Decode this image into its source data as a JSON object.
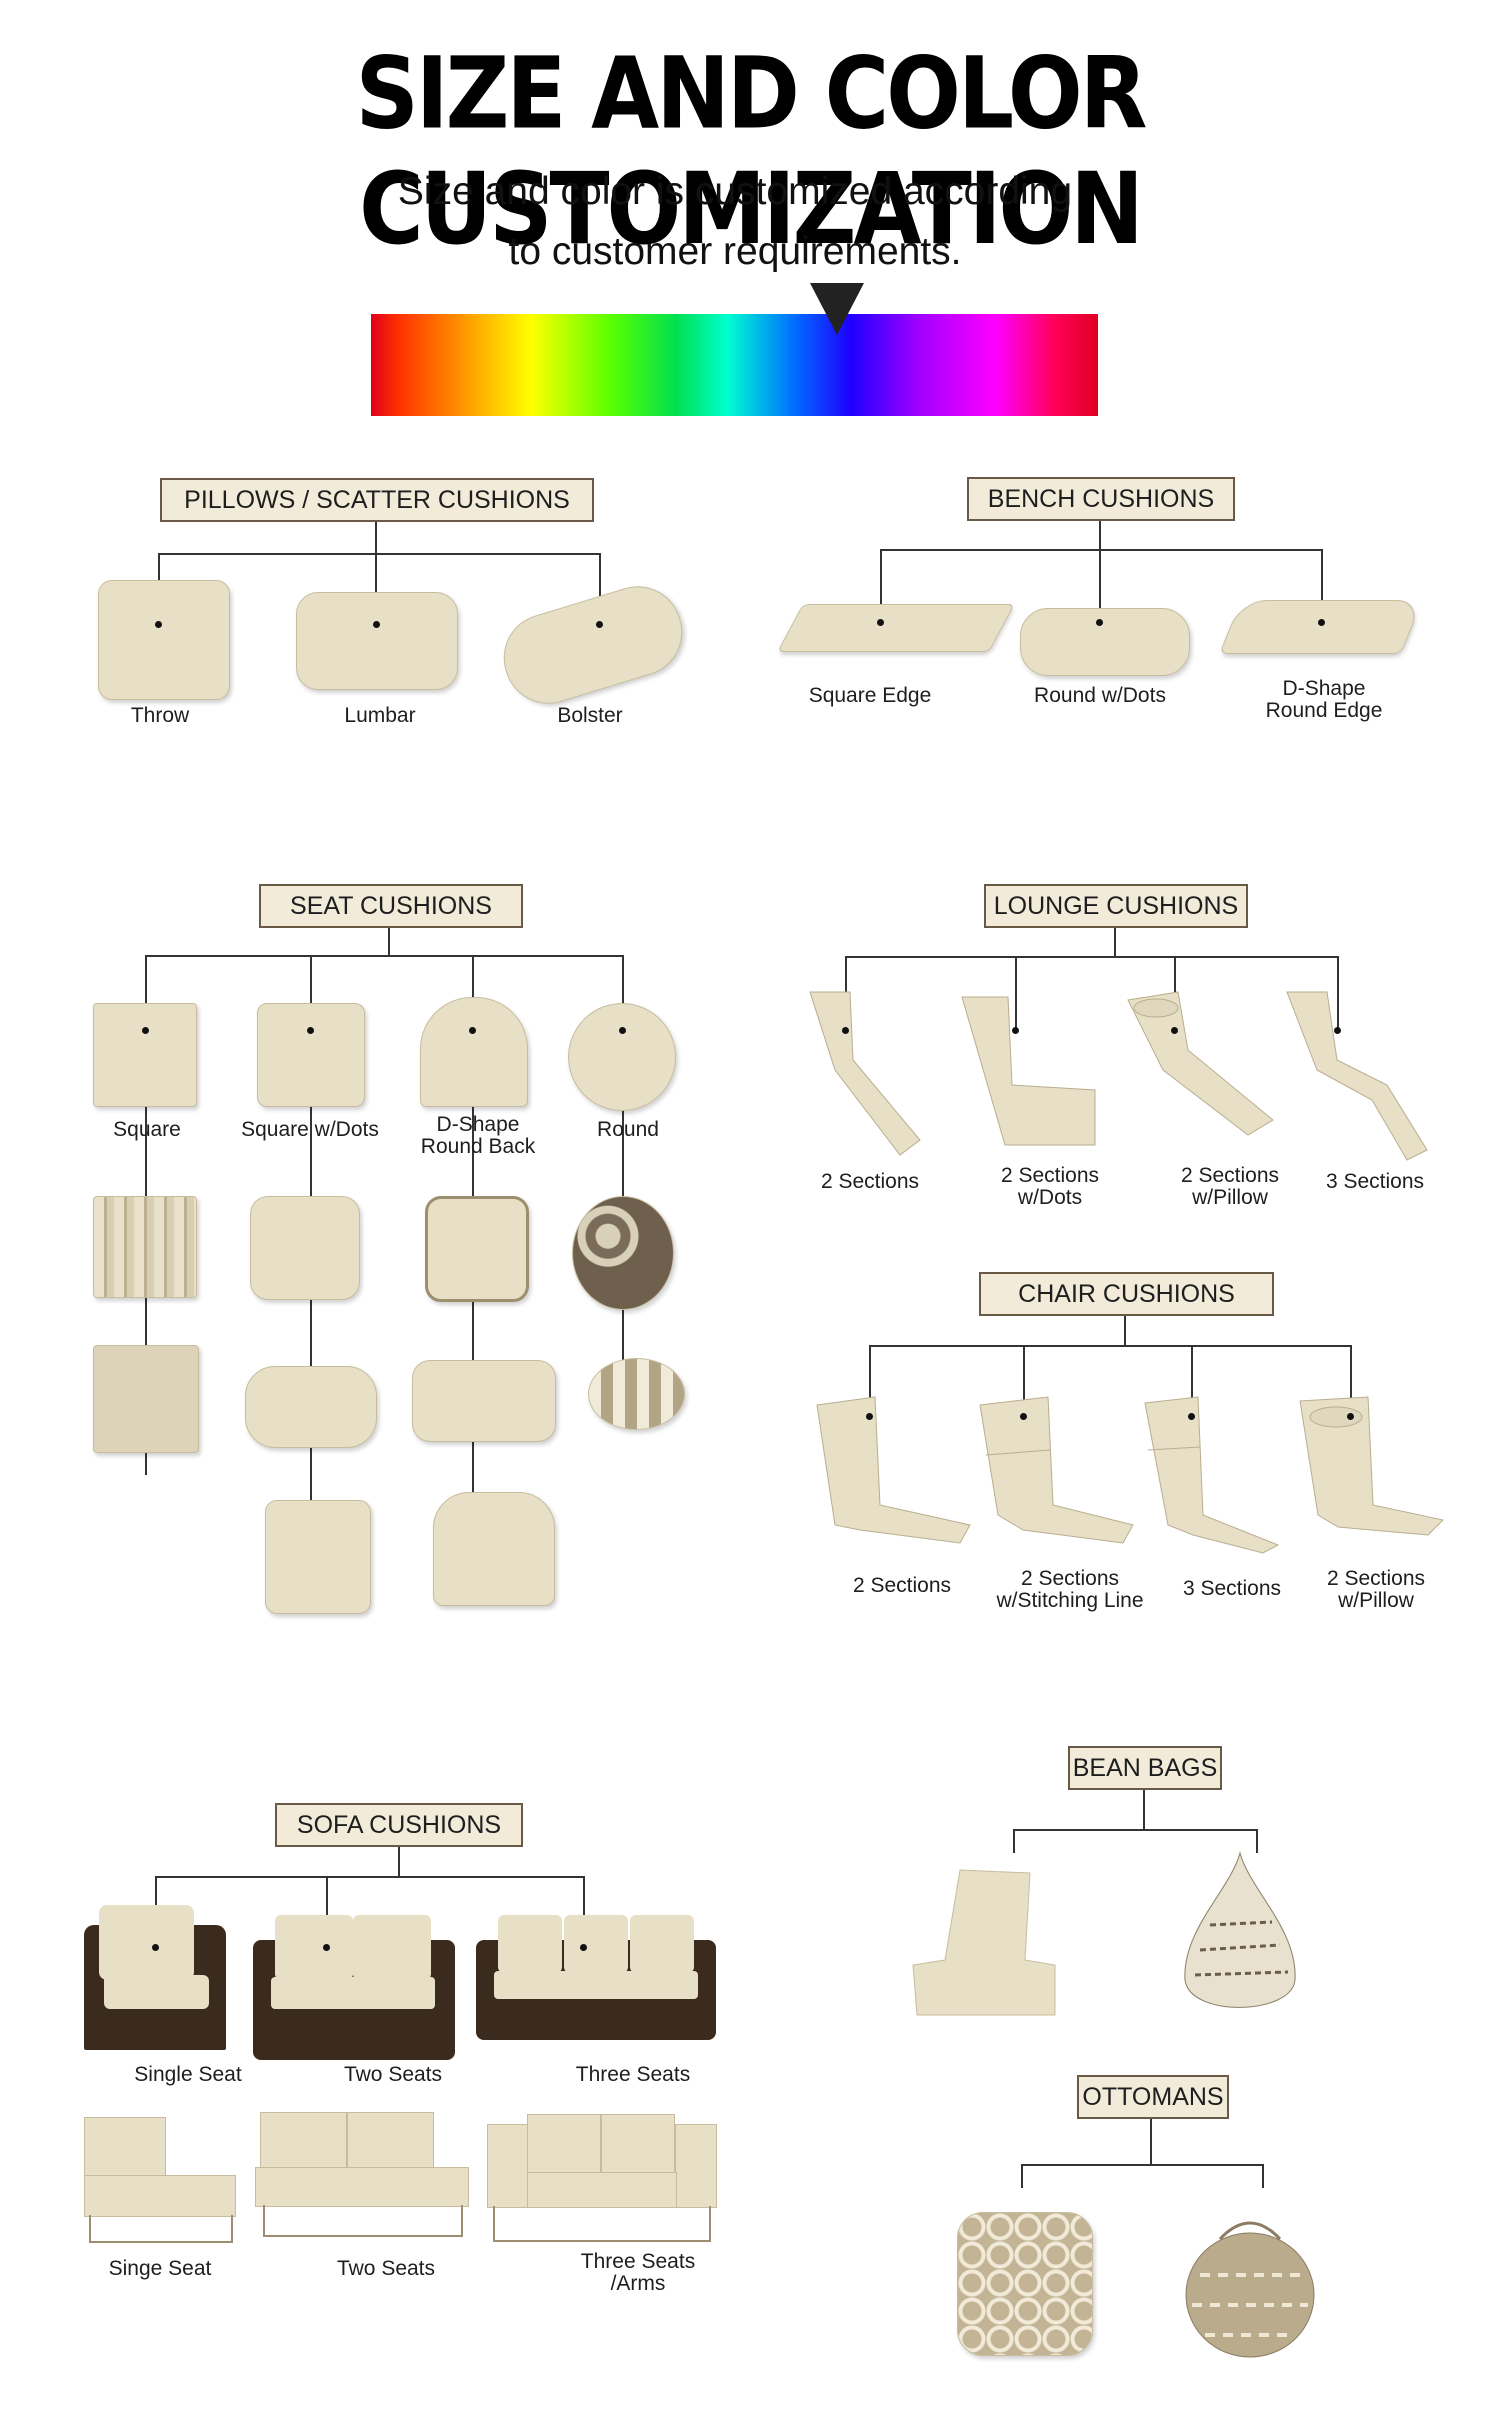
{
  "header": {
    "title": "SIZE AND COLOR CUSTOMIZATION",
    "subtitle_line1": "Size and color is customized according",
    "subtitle_line2": "to customer requirements."
  },
  "colors": {
    "label_bg": "#f3ebd9",
    "label_border": "#6a5a45",
    "cushion": "#e7dfc6",
    "frame_dark": "#3b2a1e"
  },
  "pillows": {
    "title": "PILLOWS / SCATTER CUSHIONS",
    "items": [
      "Throw",
      "Lumbar",
      "Bolster"
    ]
  },
  "bench": {
    "title": "BENCH CUSHIONS",
    "items": [
      "Square Edge",
      "Round w/Dots",
      "D-Shape",
      "Round Edge"
    ]
  },
  "seat": {
    "title": "SEAT CUSHIONS",
    "items": [
      "Square",
      "Square w/Dots",
      "D-Shape",
      "Round Back",
      "Round"
    ]
  },
  "lounge": {
    "title": "LOUNGE CUSHIONS",
    "items": [
      "2 Sections",
      "2 Sections",
      "w/Dots",
      "2 Sections",
      "w/Pillow",
      "3 Sections"
    ]
  },
  "chair": {
    "title": "CHAIR CUSHIONS",
    "items": [
      "2 Sections",
      "2 Sections",
      "w/Stitching Line",
      "3 Sections",
      "2 Sections",
      "w/Pillow"
    ]
  },
  "sofa": {
    "title": "SOFA CUSHIONS",
    "items": [
      "Single Seat",
      "Two Seats",
      "Three Seats",
      "Singe Seat",
      "Two Seats",
      "Three Seats",
      "/Arms"
    ]
  },
  "beanbags": {
    "title": "BEAN BAGS"
  },
  "ottomans": {
    "title": "OTTOMANS"
  }
}
